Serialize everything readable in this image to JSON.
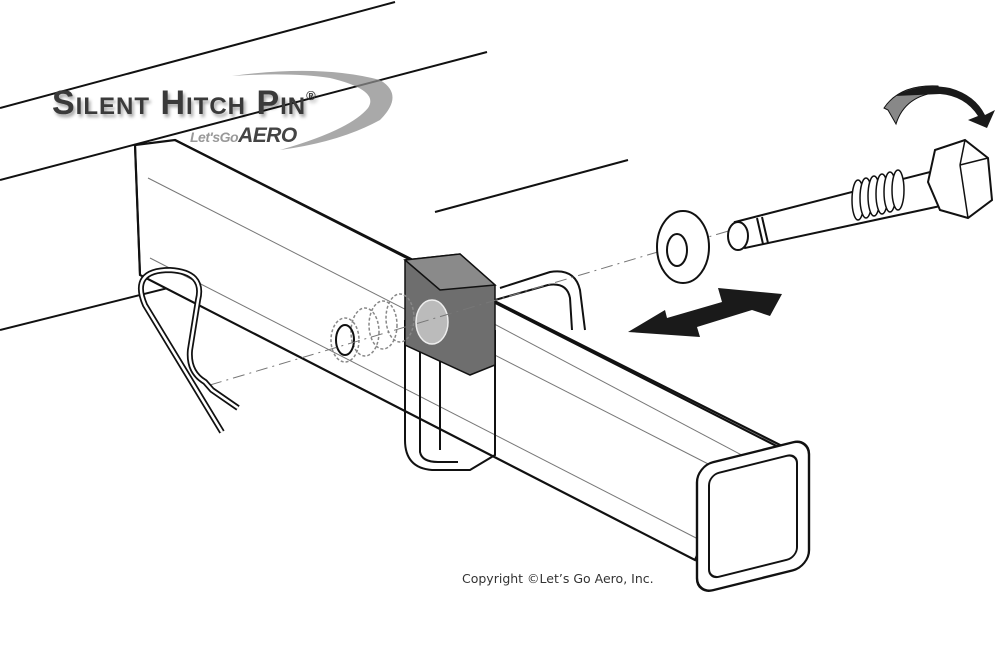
{
  "logo": {
    "title": "Silent Hitch Pin",
    "registered_mark": "®",
    "sub_lets": "Let'sGo",
    "sub_aero": "AERO"
  },
  "diagram": {
    "parts": [
      "hitch-receiver-tube",
      "hitch-pin-clip",
      "spring",
      "silent-block",
      "u-bracket",
      "washer",
      "threaded-hitch-pin",
      "hex-head"
    ],
    "indicators": [
      "double-headed-slide-arrow",
      "rotate-arrow"
    ],
    "colors": {
      "line": "#111111",
      "block": "#6e6e6e",
      "arrow_dark": "#1a1a1a",
      "arrow_light": "#888888"
    }
  },
  "footer": {
    "copyright": "Copyright ©Let’s Go Aero, Inc."
  }
}
